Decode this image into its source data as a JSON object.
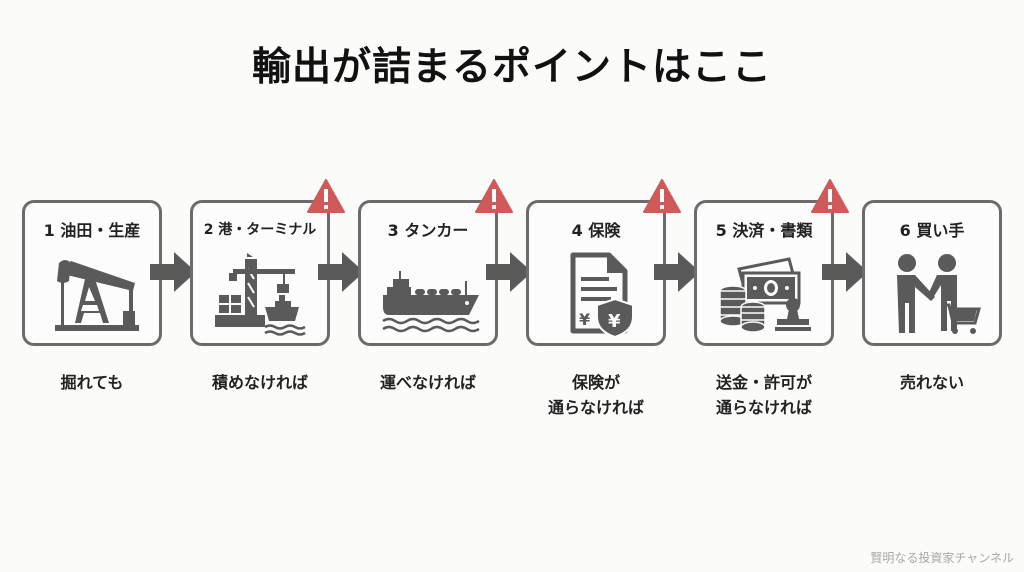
{
  "title": "輸出が詰まるポイントはここ",
  "colors": {
    "icon": "#5a5a5a",
    "border": "#6b6b6b",
    "warning": "#d05a5a",
    "background": "#fbfbfa"
  },
  "steps": [
    {
      "number": "1",
      "label": "1 油田・生産",
      "icon": "oil-pumpjack-icon",
      "warning": false,
      "caption": [
        "掘れても"
      ]
    },
    {
      "number": "2",
      "label": "2 港・ターミナル",
      "icon": "port-crane-icon",
      "warning": true,
      "caption": [
        "積めなければ"
      ]
    },
    {
      "number": "3",
      "label": "3 タンカー",
      "icon": "tanker-ship-icon",
      "warning": true,
      "caption": [
        "運べなければ"
      ]
    },
    {
      "number": "4",
      "label": "4 保険",
      "icon": "insurance-document-icon",
      "warning": true,
      "caption": [
        "保険が",
        "通らなければ"
      ]
    },
    {
      "number": "5",
      "label": "5 決済・書類",
      "icon": "payment-stamp-icon",
      "warning": true,
      "caption": [
        "送金・許可が",
        "通らなければ"
      ]
    },
    {
      "number": "6",
      "label": "6 買い手",
      "icon": "buyer-handshake-icon",
      "warning": false,
      "caption": [
        "売れない"
      ]
    }
  ],
  "warning_icon": "warning-triangle-icon",
  "arrow_icon": "arrow-right-icon",
  "footer": "賢明なる投資家チャンネル"
}
